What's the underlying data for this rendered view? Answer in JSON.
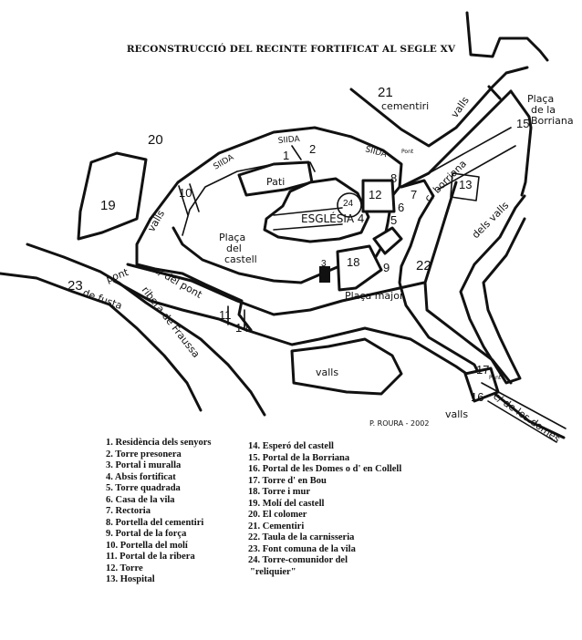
{
  "title": "RECONSTRUCCIÓ DEL RECINTE FORTIFICAT AL SEGLE XV",
  "signature": "P. ROURA - 2002",
  "place_labels": {
    "placa_borriana_1": "Plaça",
    "placa_borriana_2": "de la",
    "placa_borriana_3": "Borriana",
    "cementiri": "cementiri",
    "valls_ne": "valls",
    "valls_nw": "valls",
    "valls_s": "valls",
    "valls_se": "valls",
    "dels_valls": "dels valls",
    "c_borriana": "c/ borriana",
    "pati": "Pati",
    "esglesia": "ESGLÉSIA",
    "placa_castell_1": "Plaça",
    "placa_castell_2": "del",
    "placa_castell_3": "castell",
    "c_del_pont": "c/ del pont",
    "placa_major": "Plaça major",
    "pont_de_fusta_1": "pont",
    "pont_de_fusta_2": "de fusta",
    "ribera_de_fraussa": "ribera de Fraussa",
    "c_de_les_domes": "c/ de les domes",
    "sllids_1": "SIIDA",
    "sllids_2": "SIIDA",
    "sllids_3": "SIIDA",
    "pont_tag": "Pont",
    "lrom_tag": "Pont"
  },
  "map_numbers": [
    "1",
    "2",
    "3",
    "4",
    "5",
    "6",
    "7",
    "8",
    "9",
    "10",
    "11",
    "12",
    "13",
    "14",
    "15",
    "16",
    "17",
    "18",
    "19",
    "20",
    "21",
    "22",
    "23",
    "24"
  ],
  "legend_left": [
    "1.  Residència dels senyors",
    "2.  Torre presonera",
    "3.  Portal i muralla",
    "4.  Absis fortificat",
    "5.  Torre quadrada",
    "6.  Casa de la vila",
    "7.  Rectoria",
    "8.  Portella del cementiri",
    "9.  Portal de la força",
    "10. Portella del molí",
    "11. Portal de la ribera",
    "12. Torre",
    "13. Hospital"
  ],
  "legend_right": [
    "14.  Esperó del castell",
    "15. Portal de la Borriana",
    "16. Portal de les Domes o d' en Collell",
    "17. Torre d' en Bou",
    "18. Torre i mur",
    "19.  Molí del castell",
    "20.  El colomer",
    "21.  Cementiri",
    "22.  Taula de la carnisseria",
    "23.  Font comuna de la vila",
    "24.  Torre-comunidor del",
    "\"reliquier\""
  ]
}
